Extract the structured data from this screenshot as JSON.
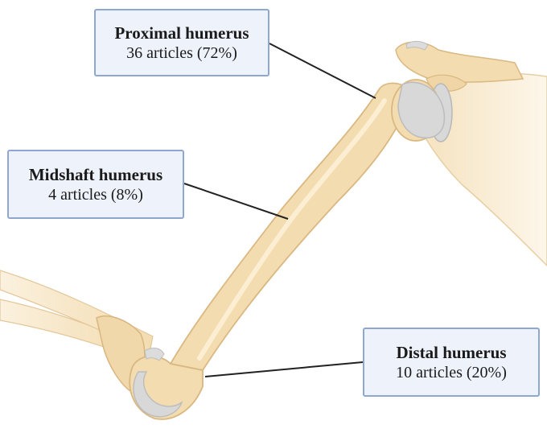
{
  "labels": {
    "proximal": {
      "title": "Proximal humerus",
      "count": "36 articles (72%)"
    },
    "midshaft": {
      "title": "Midshaft humerus",
      "count": "4 articles (8%)"
    },
    "distal": {
      "title": "Distal humerus",
      "count": "10 articles (20%)"
    }
  },
  "colors": {
    "bone": "#f3dcb0",
    "bone_shadow": "#e2c08c",
    "cartilage": "#dcdcdc",
    "box_fill": "#eef3fb",
    "box_border": "#8fa6cf",
    "leader_line": "#222222"
  }
}
